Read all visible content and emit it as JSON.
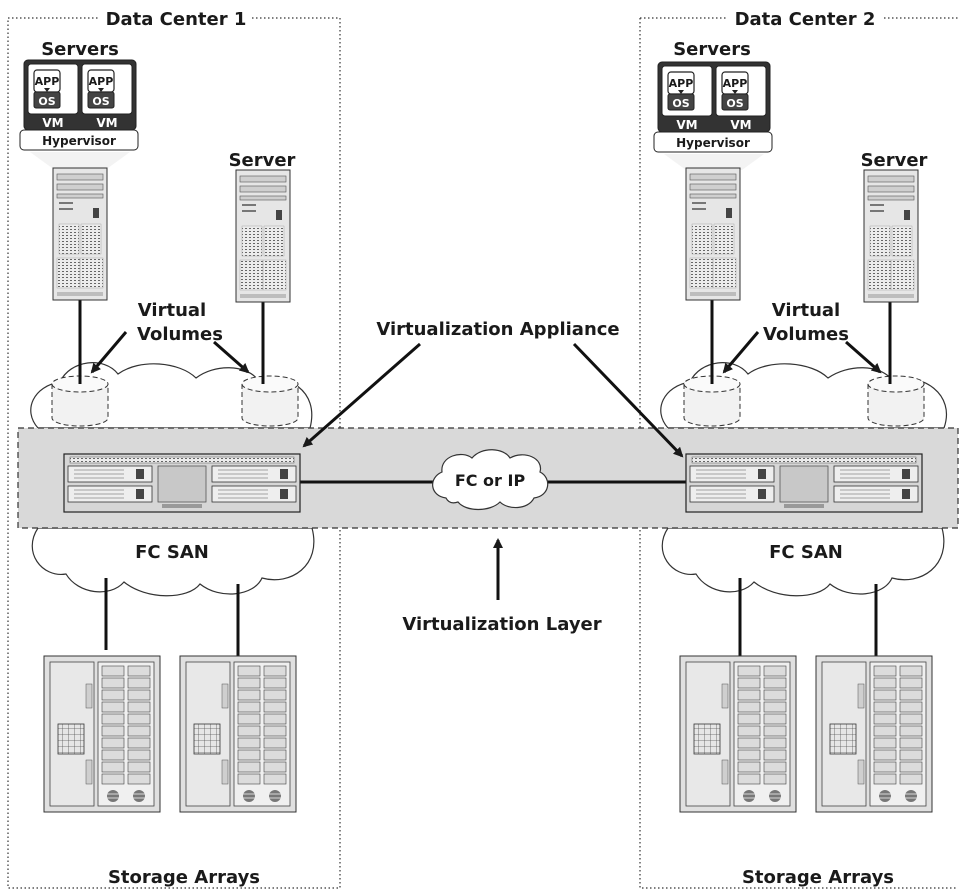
{
  "data_centers": [
    {
      "title": "Data Center 1",
      "servers_label": "Servers",
      "server_label": "Server",
      "hypervisor_label": "Hypervisor",
      "vm_label": "VM",
      "app_label": "APP",
      "os_label": "OS",
      "virtual_volumes_line1": "Virtual",
      "virtual_volumes_line2": "Volumes",
      "san_label": "FC SAN",
      "storage_label": "Storage Arrays"
    },
    {
      "title": "Data Center 2",
      "servers_label": "Servers",
      "server_label": "Server",
      "hypervisor_label": "Hypervisor",
      "vm_label": "VM",
      "app_label": "APP",
      "os_label": "OS",
      "virtual_volumes_line1": "Virtual",
      "virtual_volumes_line2": "Volumes",
      "san_label": "FC SAN",
      "storage_label": "Storage Arrays"
    }
  ],
  "virtualization_appliance_label": "Virtualization Appliance",
  "virtualization_layer_label": "Virtualization Layer",
  "link_label": "FC or IP",
  "colors": {
    "layer_fill": "#d9d9d9",
    "device_fill": "#e6e6e6",
    "vm_dark": "#333333"
  }
}
